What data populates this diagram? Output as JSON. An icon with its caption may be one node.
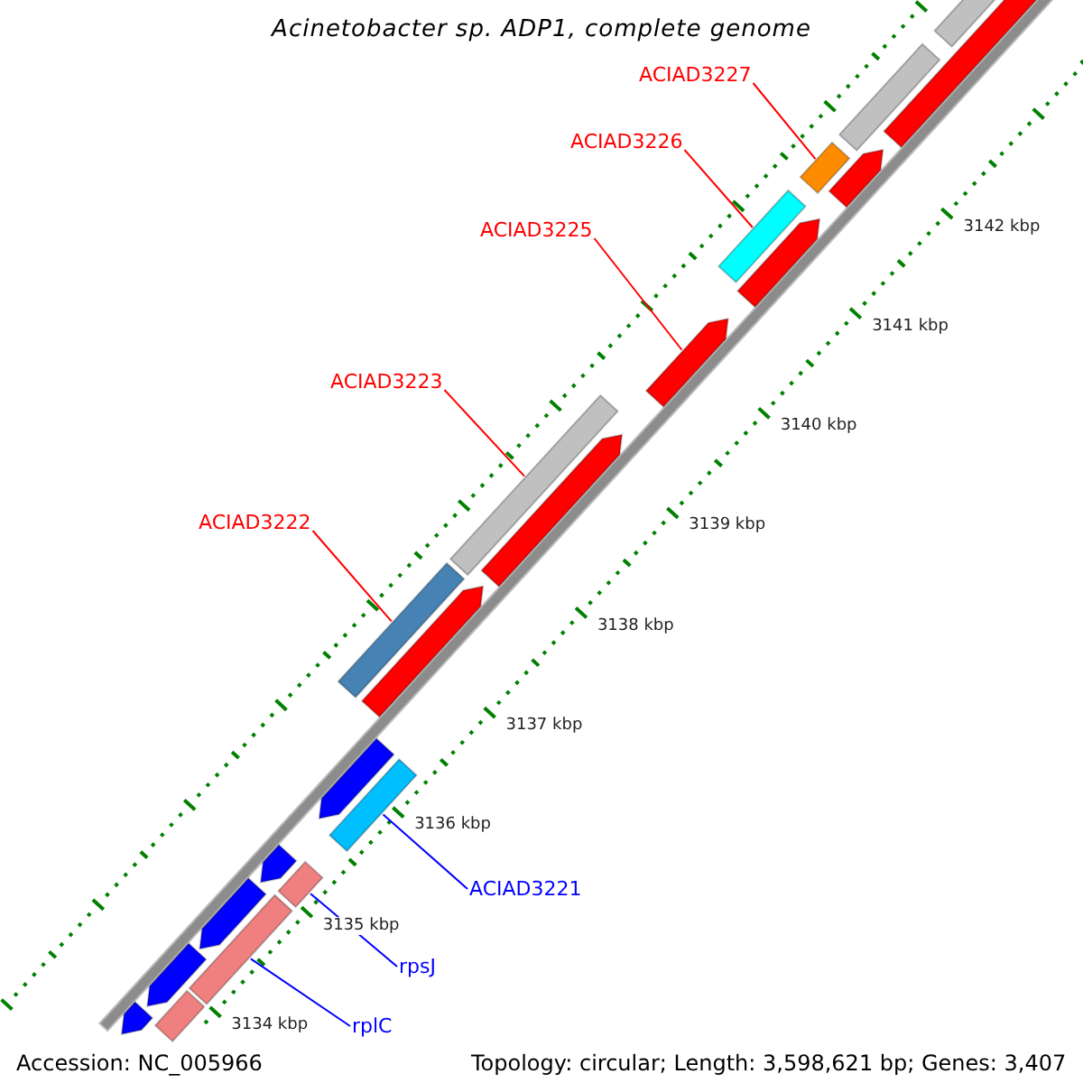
{
  "diagram": {
    "title": "Acinetobacter sp. ADP1, complete genome",
    "nodes": [
      {
        "text": [
          "ACIAD3227"
        ]
      },
      {
        "text": [],
        "shape": "bar"
      },
      {
        "text": [
          "ACIAD3226"
        ]
      },
      {
        "text": [],
        "shape": "bar"
      },
      {
        "text": [
          "ACIAD3225"
        ]
      },
      {
        "text": [],
        "shape": "arrow"
      },
      {
        "text": [
          "ACIAD3223"
        ]
      },
      {
        "text": [],
        "shape": "bar"
      },
      {
        "text": [
          "ACIAD3222"
        ]
      },
      {
        "text": [],
        "shape": "bar"
      },
      {
        "text": [
          "ACIAD3221"
        ]
      },
      {
        "text": [],
        "shape": "bar"
      },
      {
        "text": [
          "rpsJ"
        ]
      },
      {
        "text": [],
        "shape": "bar"
      },
      {
        "text": [
          "rplC"
        ]
      },
      {
        "text": [],
        "shape": "bar"
      },
      {
        "text": [],
        "shape": "arrow"
      },
      {
        "text": [],
        "shape": "bar"
      },
      {
        "text": [],
        "shape": "bar"
      },
      {
        "text": [],
        "shape": "arrow"
      },
      {
        "text": [],
        "shape": "arrow"
      },
      {
        "text": [],
        "shape": "arrow"
      },
      {
        "text": [],
        "shape": "arrow"
      },
      {
        "text": [],
        "shape": "arrow"
      },
      {
        "text": [],
        "shape": "arrow"
      },
      {
        "text": [],
        "shape": "arrow"
      },
      {
        "text": [],
        "shape": "bar"
      },
      {
        "text": [],
        "shape": "arrow"
      },
      {
        "text": [],
        "shape": "arrow"
      }
    ],
    "edges": [
      {
        "from": 0,
        "to": 1,
        "arrow": "none"
      },
      {
        "from": 2,
        "to": 3,
        "arrow": "none"
      },
      {
        "from": 4,
        "to": 5,
        "arrow": "none"
      },
      {
        "from": 6,
        "to": 7,
        "arrow": "none"
      },
      {
        "from": 8,
        "to": 9,
        "arrow": "none"
      },
      {
        "from": 10,
        "to": 11,
        "arrow": "none",
        "color": "#0000ff"
      },
      {
        "from": 12,
        "to": 13,
        "arrow": "none",
        "color": "#0000ff"
      },
      {
        "from": 14,
        "to": 15,
        "arrow": "none",
        "color": "#0000ff"
      }
    ],
    "labels": [
      "3142 kbp",
      "3141 kbp",
      "3140 kbp",
      "3139 kbp",
      "3138 kbp",
      "3137 kbp",
      "3136 kbp",
      "3135 kbp",
      "3134 kbp",
      "Accession: NC_005966",
      "Topology: circular; Length: 3,598,621 bp; Genes: 3,407"
    ]
  }
}
